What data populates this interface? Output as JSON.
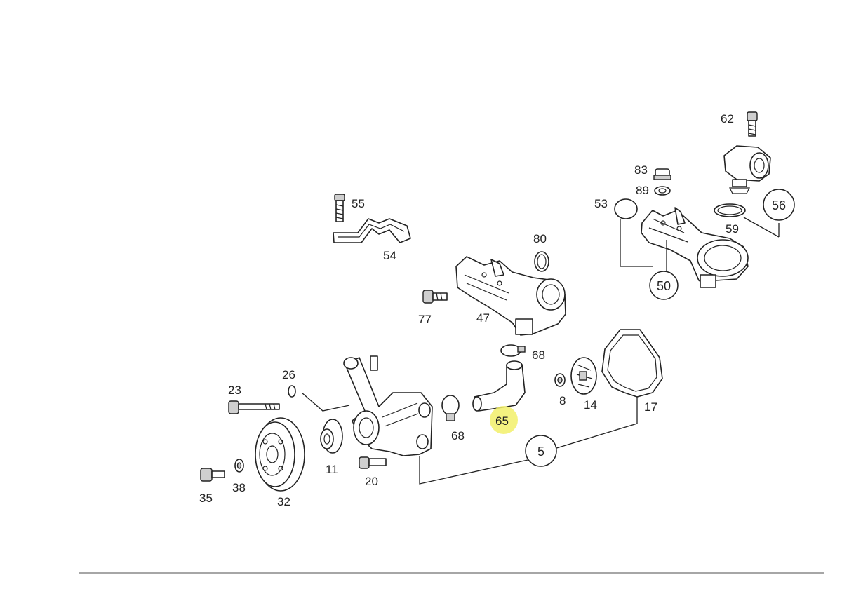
{
  "diagram": {
    "part_numbers": {
      "p62": "62",
      "p83": "83",
      "p89": "89",
      "p53": "53",
      "p56": "56",
      "p59": "59",
      "p50": "50",
      "p55": "55",
      "p54": "54",
      "p80": "80",
      "p77": "77",
      "p47": "47",
      "p68a": "68",
      "p26": "26",
      "p23": "23",
      "p65": "65",
      "p8": "8",
      "p14": "14",
      "p17": "17",
      "p68b": "68",
      "p5": "5",
      "p11": "11",
      "p20": "20",
      "p35": "35",
      "p38": "38",
      "p32": "32"
    },
    "highlight_color": "#f2f06a"
  }
}
